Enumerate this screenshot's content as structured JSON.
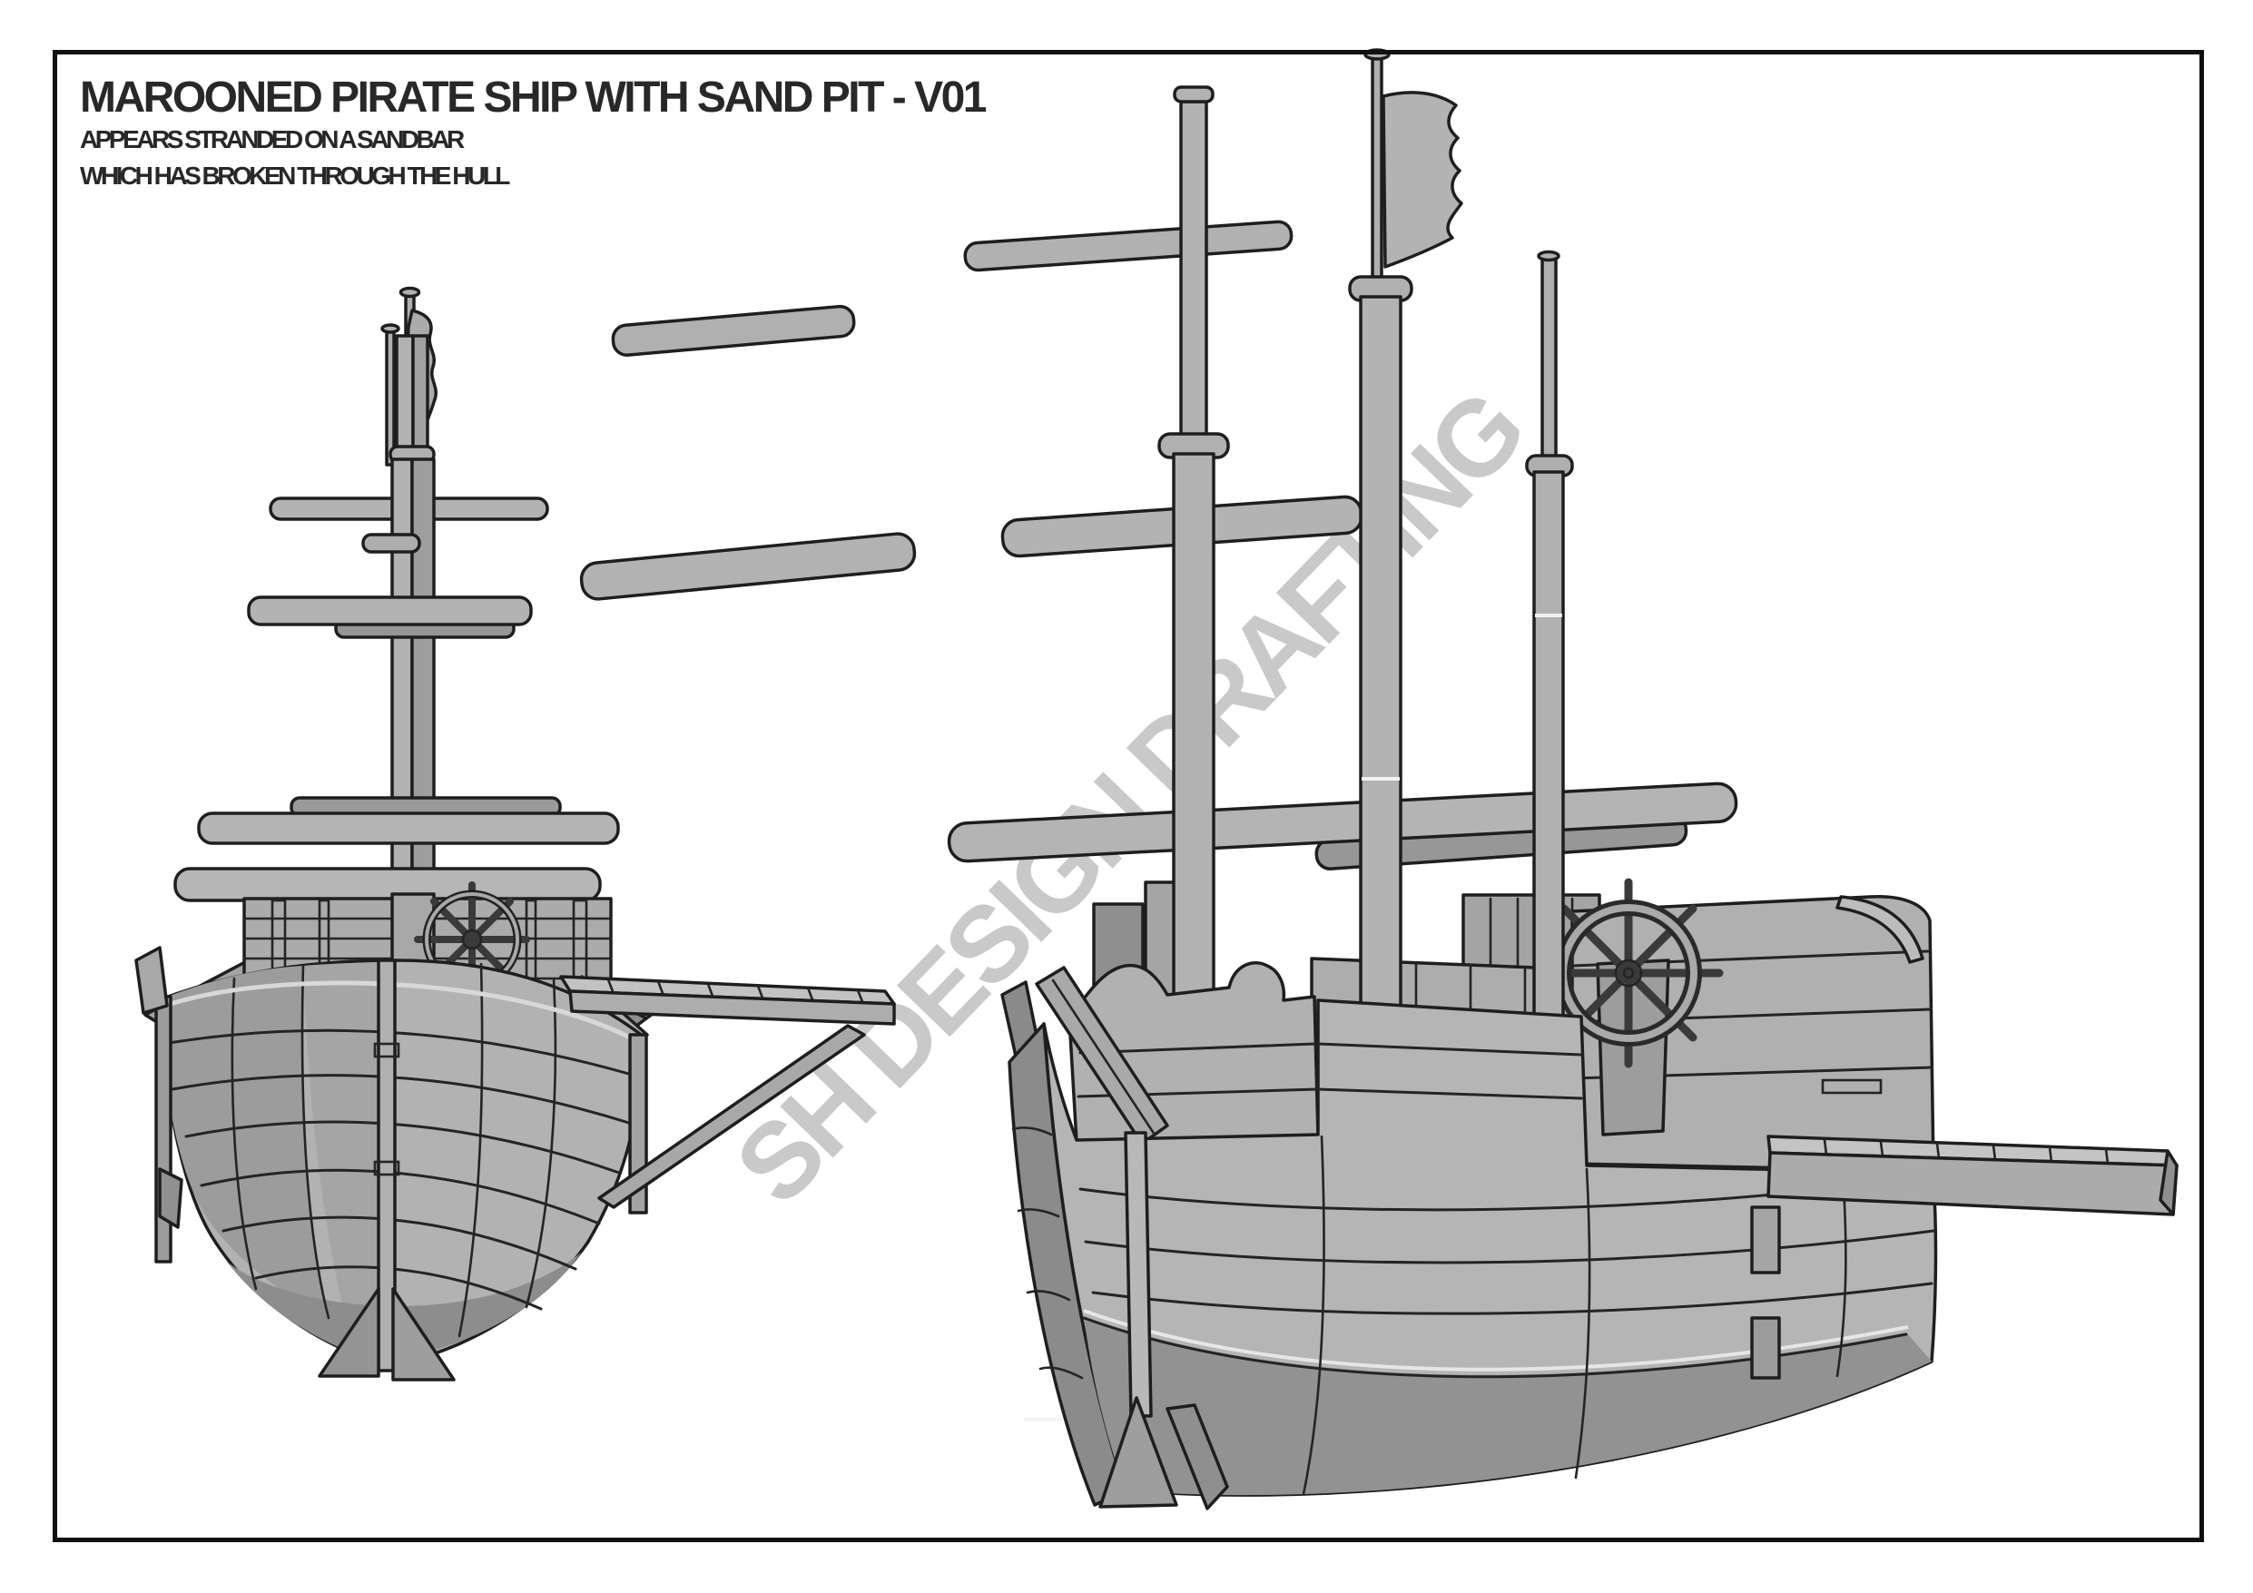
{
  "header": {
    "title": "MAROONED PIRATE SHIP WITH SAND PIT - V01",
    "subtitle_line1": "APPEARS STRANDED ON A SANDBAR",
    "subtitle_line2": "WHICH HAS BROKEN THROUGH THE HULL",
    "text_color": "#282828"
  },
  "watermark": {
    "text": "SH DESIGN DRAFTING",
    "color": "#c9c9c9",
    "angle_deg": -46
  },
  "figures": {
    "left_ship": "pirate-ship-bow-view",
    "right_ship": "pirate-ship-perspective-view"
  },
  "colors": {
    "paper": "#ffffff",
    "border": "#101010",
    "outline": "#1e1e1e",
    "fill_light": "#b5b5b5",
    "fill_mid": "#a5a5a5",
    "fill_dark": "#8f8f8f",
    "highlight": "#e8e8e8"
  }
}
